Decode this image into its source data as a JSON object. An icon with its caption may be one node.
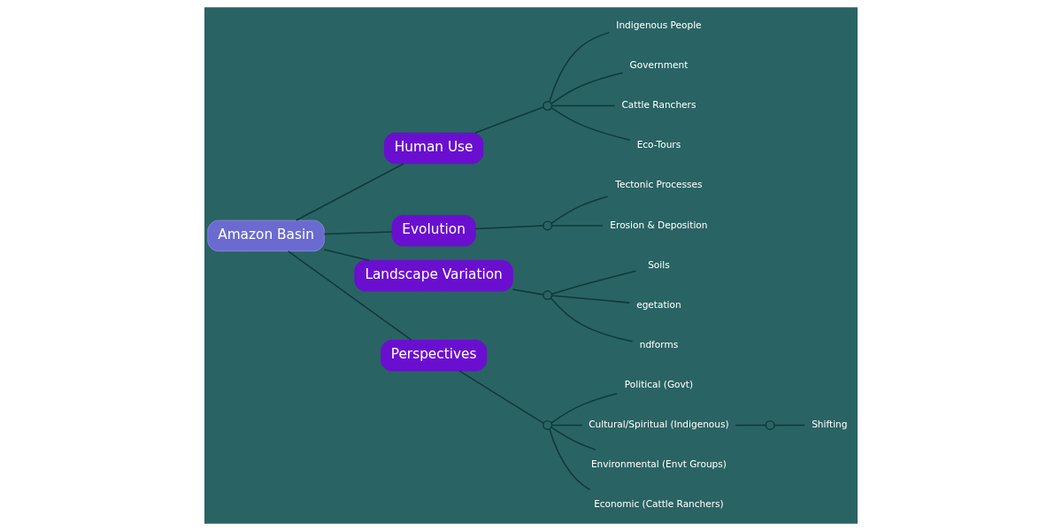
{
  "diagram": {
    "nodes": [
      {
        "text": [
          "Amazon Basin"
        ]
      },
      {
        "text": [
          "Human Use"
        ]
      },
      {
        "text": [],
        "shape": "circle"
      },
      {
        "text": [
          "Indigenous People"
        ]
      },
      {
        "text": [
          "Government"
        ]
      },
      {
        "text": [
          "Cattle Ranchers"
        ]
      },
      {
        "text": [
          "Eco-Tours"
        ]
      },
      {
        "text": [
          "Evolution"
        ]
      },
      {
        "text": [],
        "shape": "circle"
      },
      {
        "text": [
          "Tectonic Processes"
        ]
      },
      {
        "text": [
          "Erosion & Deposition"
        ]
      },
      {
        "text": [
          "Landscape Variation"
        ]
      },
      {
        "text": [],
        "shape": "circle"
      },
      {
        "text": [
          "Soils"
        ]
      },
      {
        "text": [
          "egetation"
        ]
      },
      {
        "text": [
          "ndforms"
        ]
      },
      {
        "text": [
          "Perspectives"
        ]
      },
      {
        "text": [],
        "shape": "circle"
      },
      {
        "text": [
          "Political (Govt)"
        ]
      },
      {
        "text": [
          "Cultural/Spiritual (Indigenous)"
        ]
      },
      {
        "text": [
          "Environmental (Envt Groups)"
        ]
      },
      {
        "text": [
          "Economic (Cattle Ranchers)"
        ]
      },
      {
        "text": [],
        "shape": "circle"
      },
      {
        "text": [
          "Shifting"
        ]
      }
    ],
    "edges": [
      {
        "from": 0,
        "to": 1,
        "arrow": "none"
      },
      {
        "from": 1,
        "to": 2,
        "arrow": "none"
      },
      {
        "from": 2,
        "to": 3,
        "arrow": "none"
      },
      {
        "from": 2,
        "to": 4,
        "arrow": "none"
      },
      {
        "from": 2,
        "to": 5,
        "arrow": "none"
      },
      {
        "from": 2,
        "to": 6,
        "arrow": "none"
      },
      {
        "from": 0,
        "to": 7,
        "arrow": "none"
      },
      {
        "from": 7,
        "to": 8,
        "arrow": "none"
      },
      {
        "from": 8,
        "to": 9,
        "arrow": "none"
      },
      {
        "from": 8,
        "to": 10,
        "arrow": "none"
      },
      {
        "from": 0,
        "to": 11,
        "arrow": "none"
      },
      {
        "from": 11,
        "to": 12,
        "arrow": "none"
      },
      {
        "from": 12,
        "to": 13,
        "arrow": "none"
      },
      {
        "from": 12,
        "to": 14,
        "arrow": "none"
      },
      {
        "from": 12,
        "to": 15,
        "arrow": "none"
      },
      {
        "from": 0,
        "to": 16,
        "arrow": "none"
      },
      {
        "from": 16,
        "to": 17,
        "arrow": "none"
      },
      {
        "from": 17,
        "to": 18,
        "arrow": "none"
      },
      {
        "from": 17,
        "to": 19,
        "arrow": "none"
      },
      {
        "from": 17,
        "to": 20,
        "arrow": "none"
      },
      {
        "from": 17,
        "to": 21,
        "arrow": "none"
      },
      {
        "from": 19,
        "to": 22,
        "arrow": "none"
      },
      {
        "from": 22,
        "to": 23,
        "arrow": "none"
      }
    ]
  }
}
